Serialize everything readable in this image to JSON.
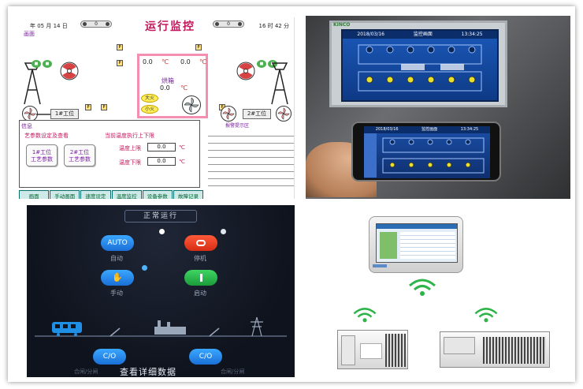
{
  "hmi": {
    "date": "年 05 月 14 日",
    "time": "16 时 42 分",
    "title": "运行监控",
    "pill_left": "0",
    "pill_right": "0",
    "subtitle": "画面",
    "kiln": {
      "temp_a": "0.0",
      "temp_b": "0.0",
      "temp_c": "0.0",
      "unit": "℃",
      "label": "烘箱",
      "fire_big": "大火",
      "fire_small": "小火"
    },
    "station1": "1#工位",
    "station2": "2#工位",
    "alarm_label": "报警提示区",
    "info": {
      "title": "信息",
      "craft_hint": "艺参数设定及查看",
      "limit_hint": "当前温度执行上下限",
      "craft1_line1": "1#工位",
      "craft1_line2": "工艺参数",
      "craft2_line1": "2#工位",
      "craft2_line2": "工艺参数",
      "upper_label": "温度上限",
      "lower_label": "温度下限",
      "upper_value": "0.0",
      "lower_value": "0.0",
      "unit": "℃"
    },
    "nav": [
      "画面",
      "手动画面",
      "速度设定",
      "温度监控",
      "设备参数",
      "故障记录"
    ]
  },
  "photo": {
    "brand": "KINCO",
    "screen_date": "2018/03/16",
    "screen_title": "监控画面",
    "screen_time": "13:34:25",
    "phone_date": "2018/03/16",
    "phone_title": "监控画面",
    "phone_time": "13:34:25"
  },
  "app": {
    "status": "正常运行",
    "auto_btn": "AUTO",
    "auto_label": "自动",
    "stop_label": "停机",
    "manual_label": "手动",
    "start_label": "启动",
    "co_left": "C/O",
    "co_right": "C/O",
    "detail": "查看详细数据",
    "faint_left": "合闸/分闸",
    "faint_right": "合闸/分闸"
  },
  "colors": {
    "accent_blue": "#1a6fd6",
    "stop_red": "#d62d14",
    "start_green": "#1b9c3a",
    "hmi_magenta": "#c2185b"
  }
}
